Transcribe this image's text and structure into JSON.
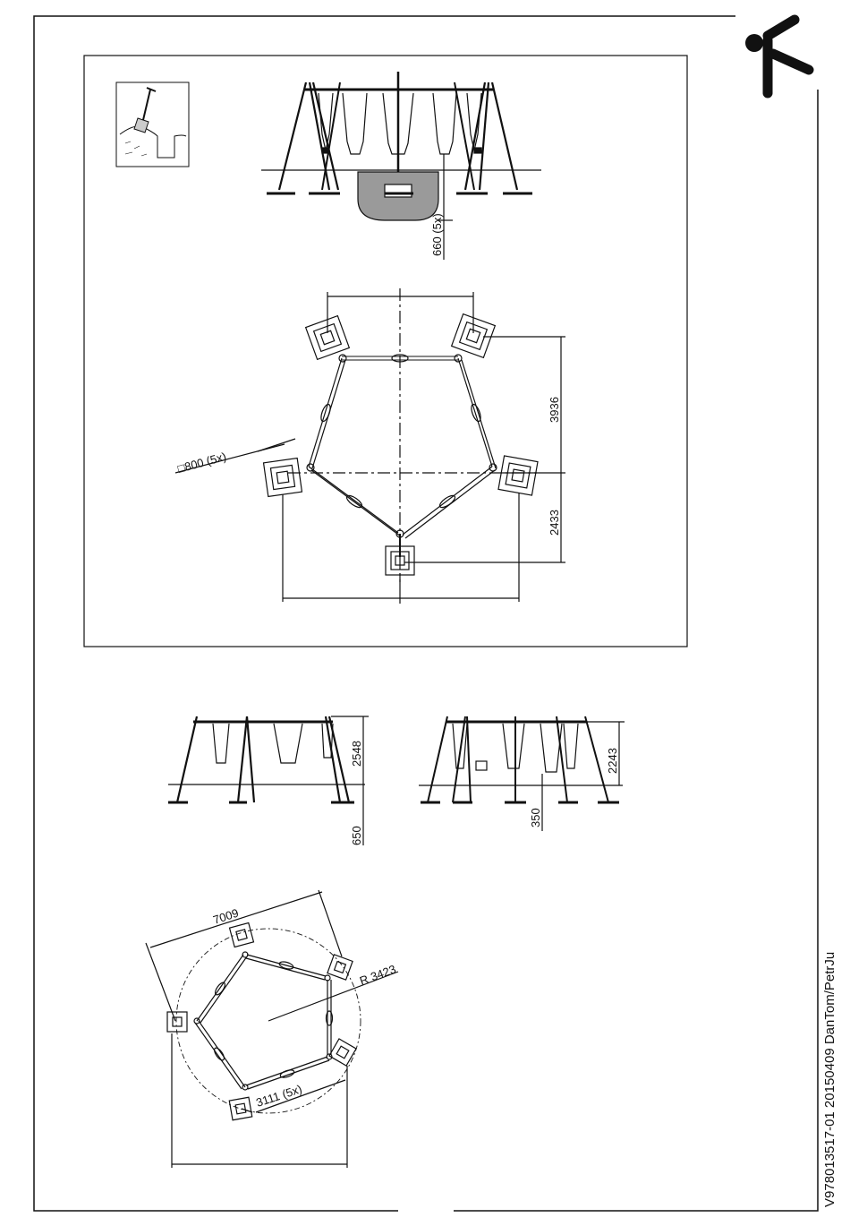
{
  "brand": {
    "logo": "playground-figure-logo"
  },
  "footer_code": "V978013517-01 20150409 DanTom/PetrJu",
  "foundation": {
    "icon": "shovel-dig-icon",
    "depth_label": "660 (5x)",
    "block_label": "□800  (5x)"
  },
  "plan_top": {
    "height_upper": "3936",
    "height_lower": "2433"
  },
  "side_views": {
    "left": {
      "height": "2548",
      "depth": "650"
    },
    "right": {
      "height": "2243",
      "depth": "350"
    }
  },
  "plan_bottom": {
    "width": "7009",
    "radius": "R 3423",
    "beam": "3111 (5x)"
  },
  "colors": {
    "line": "#111111",
    "fill_concrete": "#9a9a9a"
  }
}
